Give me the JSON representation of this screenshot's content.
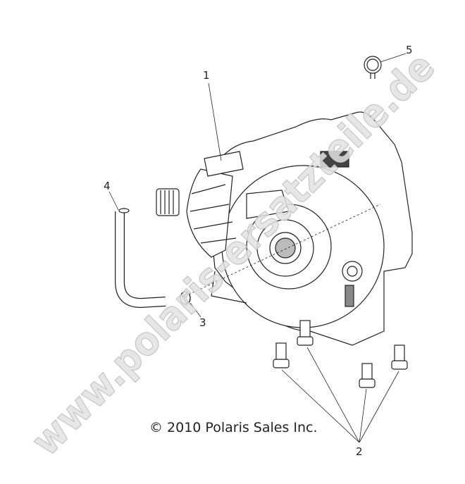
{
  "diagram": {
    "watermark": "www.polaris-ersatzteile.de",
    "copyright": "© 2010 Polaris Sales Inc.",
    "callouts": [
      {
        "id": "1",
        "part": "gearcase"
      },
      {
        "id": "2",
        "part": "bolts"
      },
      {
        "id": "3",
        "part": "plug"
      },
      {
        "id": "4",
        "part": "vent-hose"
      },
      {
        "id": "5",
        "part": "clamp"
      }
    ],
    "colors": {
      "line": "#222222",
      "watermark": "#dcdcdc"
    }
  }
}
